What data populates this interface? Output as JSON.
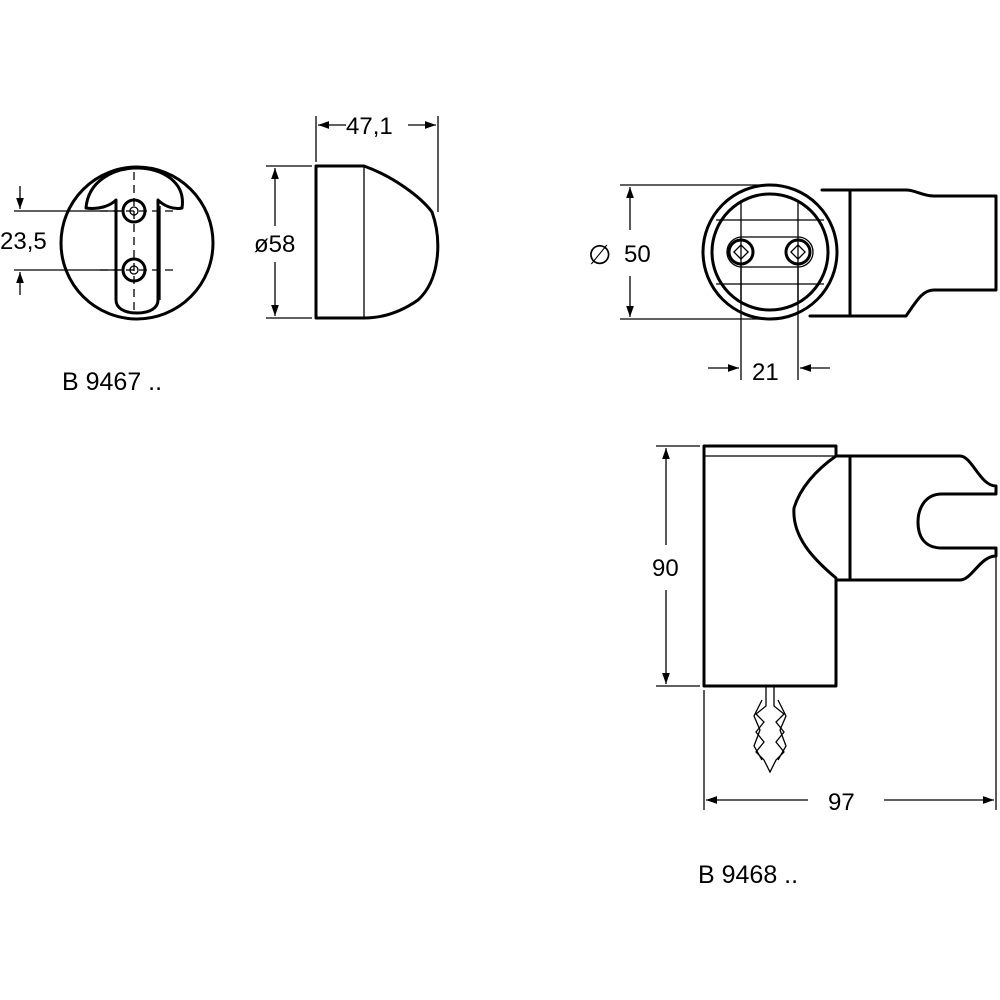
{
  "product_codes": {
    "top": "B 9467 ..",
    "bottom": "B 9468 .."
  },
  "dimensions": {
    "hole_spacing": "23,5",
    "depth": "47,1",
    "base_diameter": "ø58",
    "ring_diameter_symbol": "∅",
    "ring_diameter_value": "50",
    "ring_hole_spacing": "21",
    "height": "90",
    "length": "97"
  }
}
